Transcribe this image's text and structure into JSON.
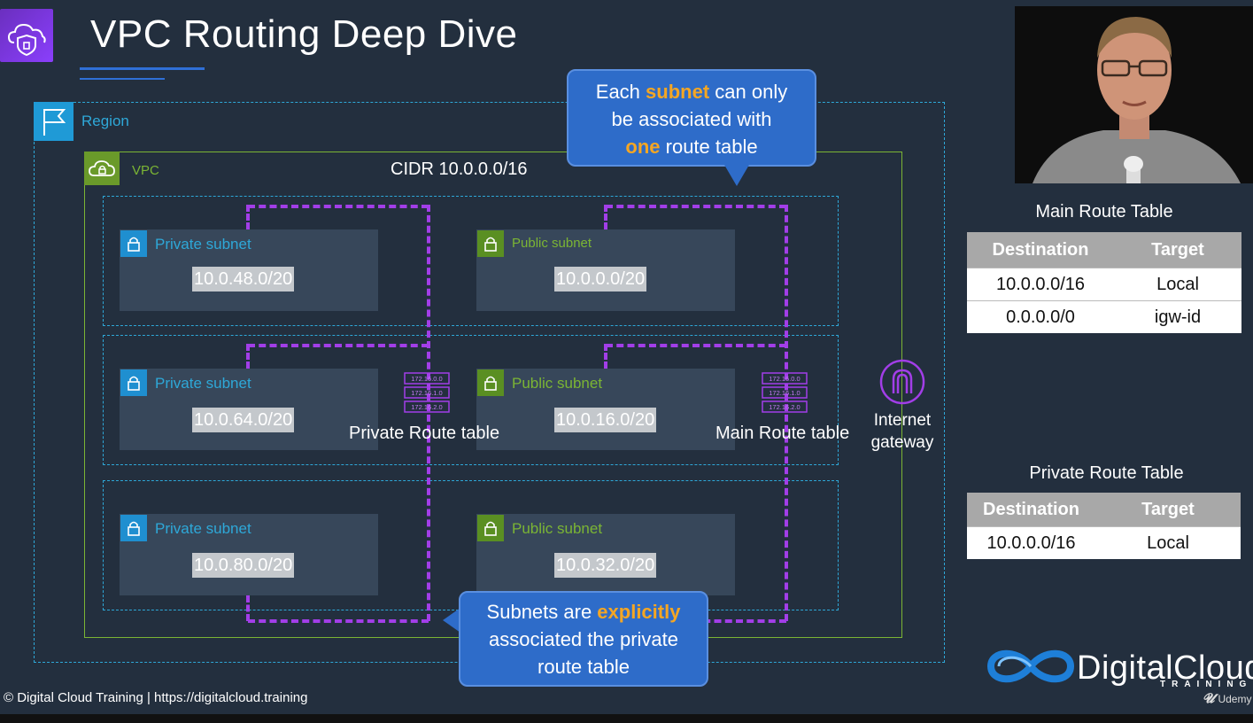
{
  "slide": {
    "title": "VPC Routing Deep Dive",
    "footer": "© Digital Cloud Training  | https://digitalcloud.training"
  },
  "diagram": {
    "region_label": "Region",
    "vpc_label": "VPC",
    "cidr": "CIDR 10.0.0.0/16",
    "subnets": [
      {
        "type": "Private subnet",
        "cidr": "10.0.48.0/20"
      },
      {
        "type": "Public subnet",
        "cidr": "10.0.0.0/20"
      },
      {
        "type": "Private subnet",
        "cidr": "10.0.64.0/20"
      },
      {
        "type": "Public subnet",
        "cidr": "10.0.16.0/20"
      },
      {
        "type": "Private subnet",
        "cidr": "10.0.80.0/20"
      },
      {
        "type": "Public subnet",
        "cidr": "10.0.32.0/20"
      }
    ],
    "route_table_icon_rows": [
      "172.16.0.0",
      "172.16.1.0",
      "172.16.2.0"
    ],
    "private_rt_label": "Private Route table",
    "main_rt_label": "Main Route table",
    "igw_label_line1": "Internet",
    "igw_label_line2": "gateway"
  },
  "callouts": {
    "top": {
      "part1": "Each ",
      "highlight1": "subnet",
      "part2": " can only",
      "line2": "be associated with",
      "highlight2": "one",
      "part3": " route table"
    },
    "bottom": {
      "part1": "Subnets are ",
      "highlight1": "explicitly",
      "line2": "associated the private",
      "line3": "route table"
    },
    "highlight_color": "#f5a623"
  },
  "main_route_table": {
    "title": "Main Route Table",
    "headers": [
      "Destination",
      "Target"
    ],
    "rows": [
      [
        "10.0.0.0/16",
        "Local"
      ],
      [
        "0.0.0.0/0",
        "igw-id"
      ]
    ]
  },
  "private_route_table": {
    "title": "Private Route Table",
    "headers": [
      "Destination",
      "Target"
    ],
    "rows": [
      [
        "10.0.0.0/16",
        "Local"
      ]
    ]
  },
  "brand": {
    "name": "DigitalCloud",
    "sub": "TRAINING",
    "udemy": "Udemy"
  },
  "colors": {
    "background": "#232f3e",
    "region": "#2ea8d8",
    "vpc": "#7bb534",
    "route_line": "#a23ee8",
    "callout": "#2e6cc9"
  }
}
